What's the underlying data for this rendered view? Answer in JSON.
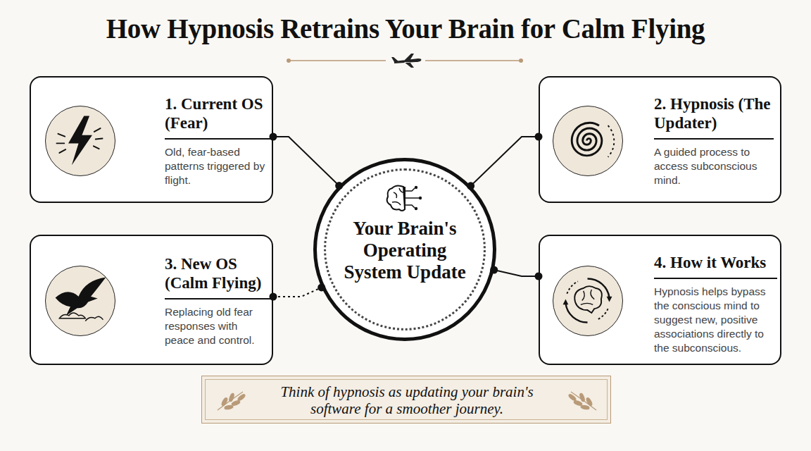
{
  "diagram": {
    "title": "How Hypnosis Retrains Your Brain for Calm Flying",
    "caption": "Think of hypnosis as updating your brain's software for a smoother journey.",
    "nodes": [
      {
        "text": [
          "1. Current OS (Fear)",
          "Old, fear-based patterns triggered by flight."
        ]
      },
      {
        "text": [
          "2. Hypnosis (The Updater)",
          "A guided process to access subconscious mind."
        ]
      },
      {
        "text": [
          "Your Brain's Operating System Update"
        ]
      },
      {
        "text": [
          "3. New OS (Calm Flying)",
          "Replacing old fear responses with peace and control."
        ]
      },
      {
        "text": [
          "4. How it Works",
          "Hypnosis helps bypass the conscious mind to suggest new, positive associations directly to the subconscious."
        ]
      }
    ],
    "edges": [
      {
        "from": 0,
        "to": 2,
        "arrow": "none"
      },
      {
        "from": 1,
        "to": 2,
        "arrow": "none"
      },
      {
        "from": 3,
        "to": 2,
        "arrow": "none"
      },
      {
        "from": 4,
        "to": 2,
        "arrow": "none"
      }
    ]
  }
}
